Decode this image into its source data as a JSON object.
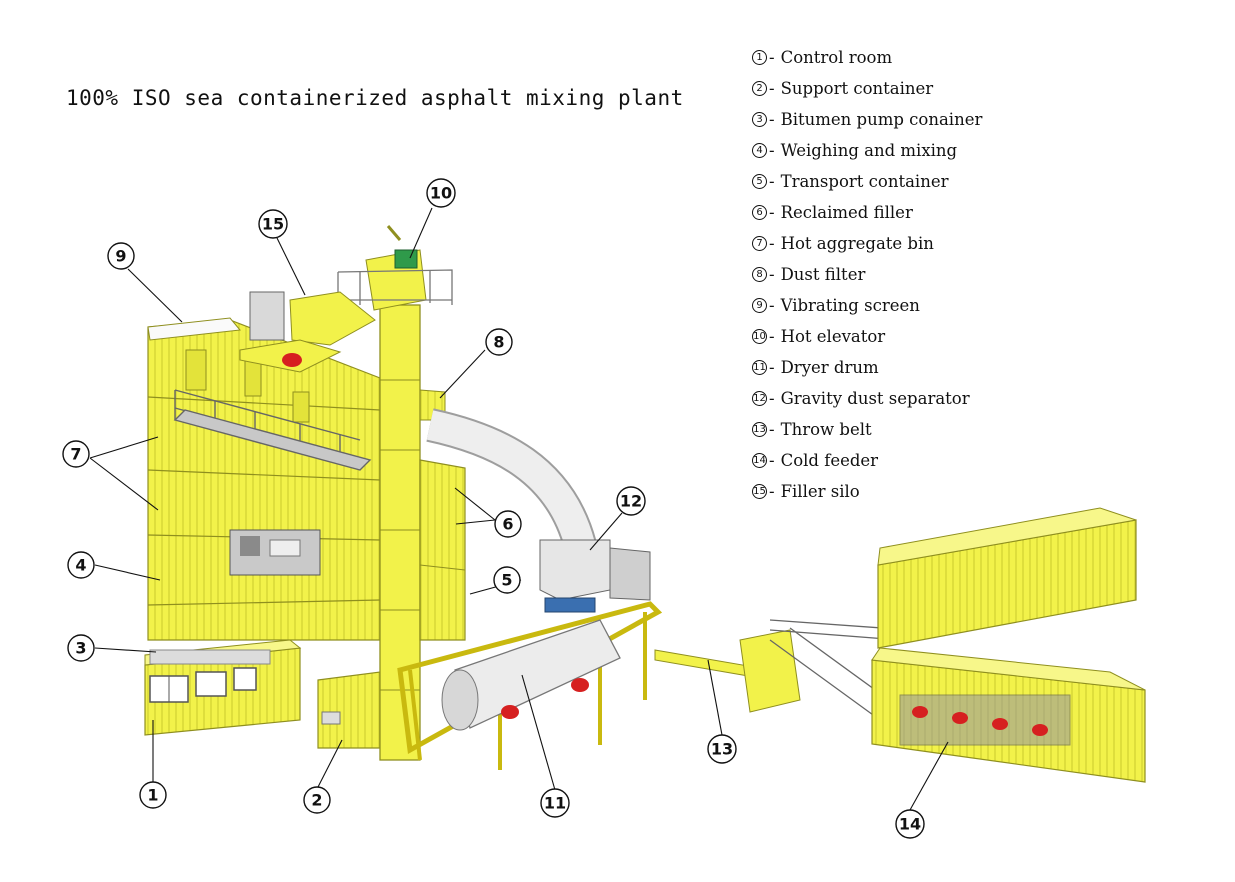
{
  "title": "100% ISO sea containerized asphalt mixing plant",
  "legend": [
    {
      "num": "1",
      "label": "Control room"
    },
    {
      "num": "2",
      "label": "Support container"
    },
    {
      "num": "3",
      "label": "Bitumen pump conainer"
    },
    {
      "num": "4",
      "label": "Weighing and mixing"
    },
    {
      "num": "5",
      "label": "Transport container"
    },
    {
      "num": "6",
      "label": "Reclaimed filler"
    },
    {
      "num": "7",
      "label": "Hot aggregate bin"
    },
    {
      "num": "8",
      "label": "Dust filter"
    },
    {
      "num": "9",
      "label": "Vibrating screen"
    },
    {
      "num": "10",
      "label": "Hot elevator"
    },
    {
      "num": "11",
      "label": "Dryer drum"
    },
    {
      "num": "12",
      "label": "Gravity dust separator"
    },
    {
      "num": "13",
      "label": "Throw belt"
    },
    {
      "num": "14",
      "label": "Cold feeder"
    },
    {
      "num": "15",
      "label": "Filler silo"
    }
  ],
  "separator": "-",
  "callouts": [
    "1",
    "2",
    "3",
    "4",
    "5",
    "6",
    "7",
    "8",
    "9",
    "10",
    "11",
    "12",
    "13",
    "14",
    "15"
  ],
  "colors": {
    "container": "#f2f24a",
    "container_edge": "#8f8f1f",
    "steel": "#bfbfbf",
    "motor": "#d62020",
    "ink": "#111111"
  }
}
